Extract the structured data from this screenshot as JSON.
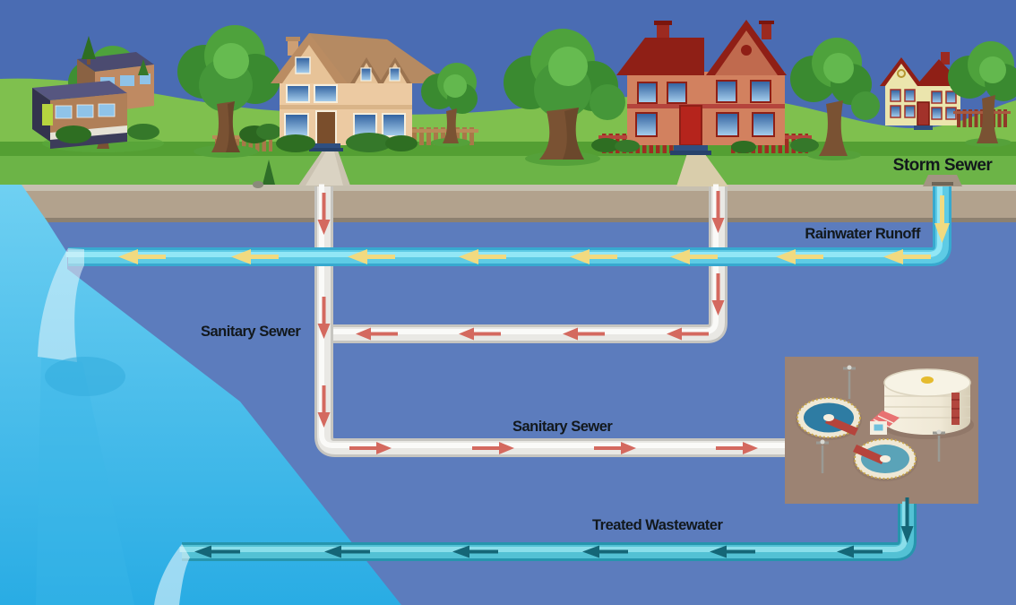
{
  "diagram": {
    "labels": {
      "storm_sewer": "Storm Sewer",
      "rainwater_runoff": "Rainwater Runoff",
      "sanitary_sewer_upper": "Sanitary Sewer",
      "sanitary_sewer_lower": "Sanitary Sewer",
      "treated_wastewater": "Treated Wastewater"
    },
    "colors": {
      "sky": "#4a6cb3",
      "grass": "#6cb447",
      "soil": "#b2a28d",
      "underground": "#5c7cbd",
      "river_water": "#2aade5",
      "storm_pipe": "#55c4e0",
      "storm_flow_arrows": "#f1da80",
      "sanitary_pipe": "#ebeae6",
      "sanitary_flow_arrows": "#d4695f",
      "treated_pipe": "#56c3d6",
      "treated_flow_arrows": "#156677",
      "treatment_plant_panel": "#9c8373",
      "label_text": "#12181c"
    },
    "flows": [
      {
        "pipe": "storm-sewer",
        "arrow_color": "yellow",
        "direction": "from street drain leftward to river"
      },
      {
        "pipe": "sanitary-sewer",
        "arrow_color": "red",
        "direction": "from houses down and right to treatment plant"
      },
      {
        "pipe": "treated-wastewater",
        "arrow_color": "dark-teal",
        "direction": "from treatment plant leftward to river"
      }
    ],
    "scene_icons": [
      "modern-building-icon",
      "tan-house-icon",
      "red-house-icon",
      "small-yellow-house-icon",
      "tree-icon",
      "picket-fence-icon",
      "bush-icon",
      "storm-drain-inlet-icon",
      "wastewater-treatment-plant-icon",
      "river-icon",
      "waterfall-icon"
    ]
  }
}
